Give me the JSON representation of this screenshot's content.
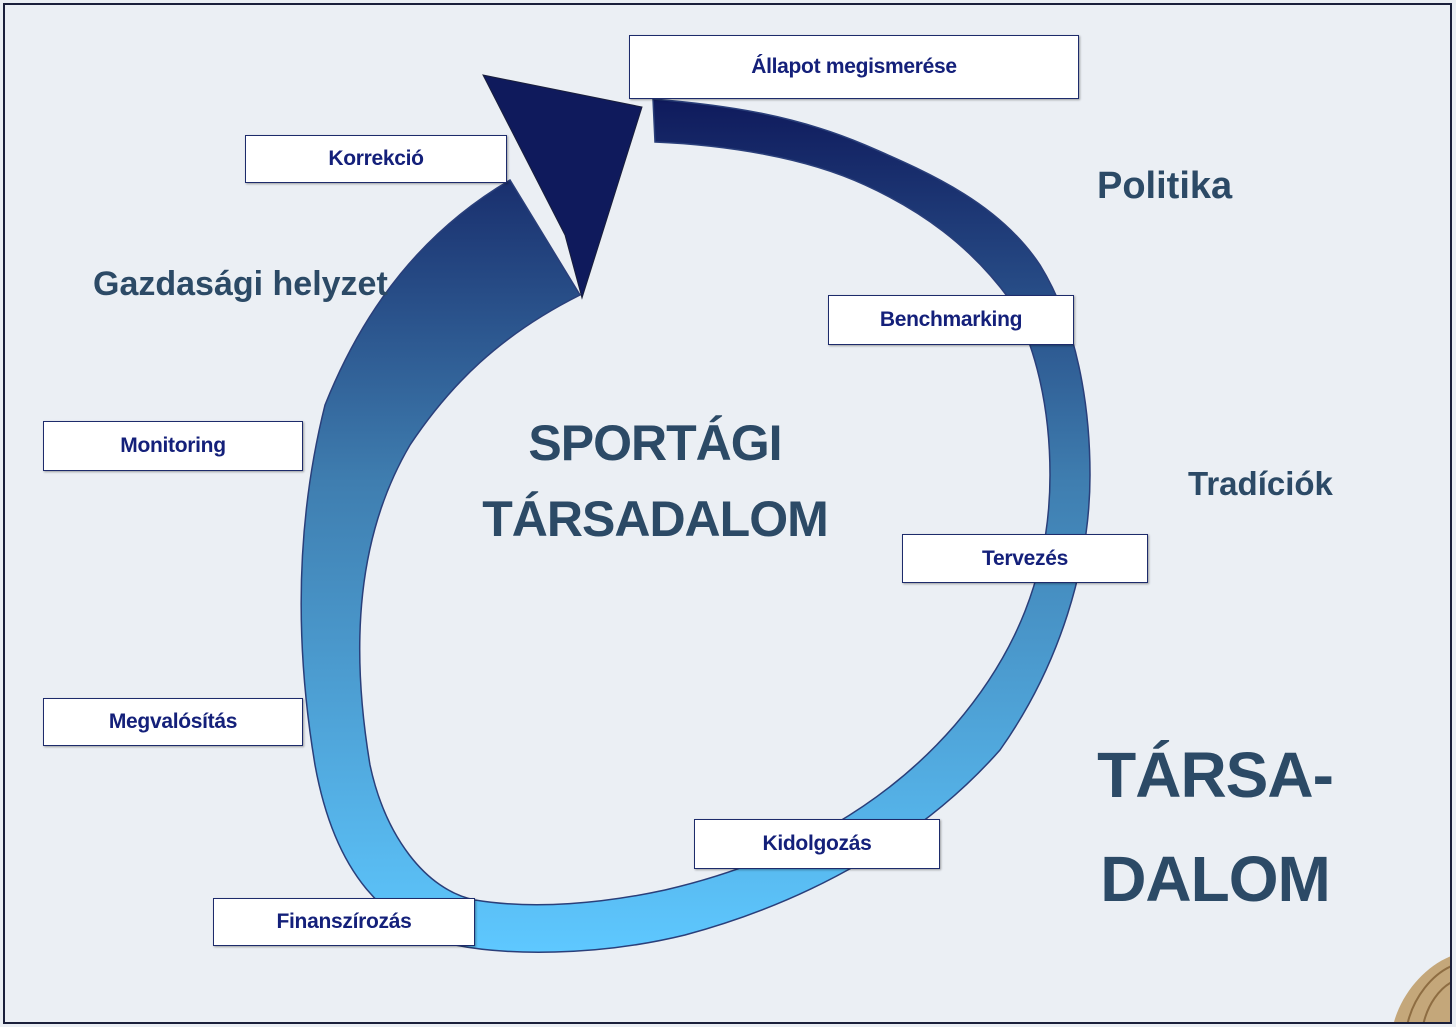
{
  "stages": {
    "assessment": "Állapot megismerése",
    "benchmarking": "Benchmarking",
    "planning": "Tervezés",
    "elaboration": "Kidolgozás",
    "financing": "Finanszírozás",
    "implementation": "Megvalósítás",
    "monitoring": "Monitoring",
    "correction": "Korrekció"
  },
  "center": {
    "line1": "SPORTÁGI",
    "line2": "TÁRSADALOM"
  },
  "context": {
    "politics": "Politika",
    "traditions": "Tradíciók",
    "economy": "Gazdasági helyzet"
  },
  "society": {
    "line1": "TÁRSA-",
    "line2": "DALOM"
  },
  "colors": {
    "arrow_top": "#0f1a5c",
    "arrow_bottom": "#5ec8ff",
    "box_text": "#14207a",
    "label_text": "#2c4a66"
  }
}
